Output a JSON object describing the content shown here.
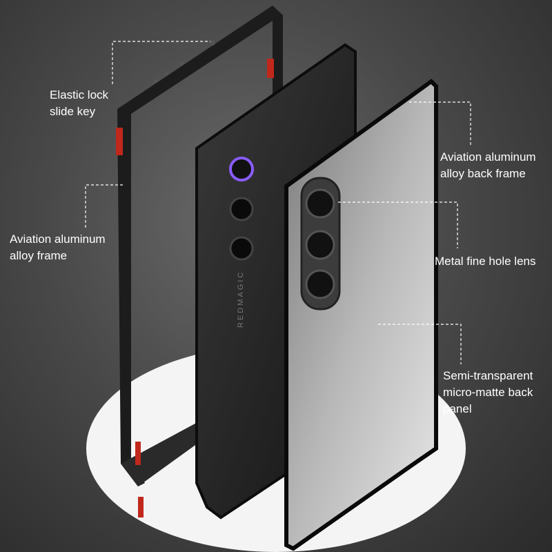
{
  "labels": {
    "slide_key": [
      "Elastic lock",
      "slide key"
    ],
    "frame": [
      "Aviation aluminum",
      "alloy frame"
    ],
    "back_frame": [
      "Aviation aluminum",
      "alloy back frame"
    ],
    "lens": "Metal fine hole lens",
    "back_panel": [
      "Semi-transparent",
      "micro-matte back",
      "panel"
    ]
  },
  "phone_brand": "REDMAGIC",
  "colors": {
    "accent_red": "#c0281c",
    "frame": "#1a1a1a",
    "label": "#ffffff"
  }
}
